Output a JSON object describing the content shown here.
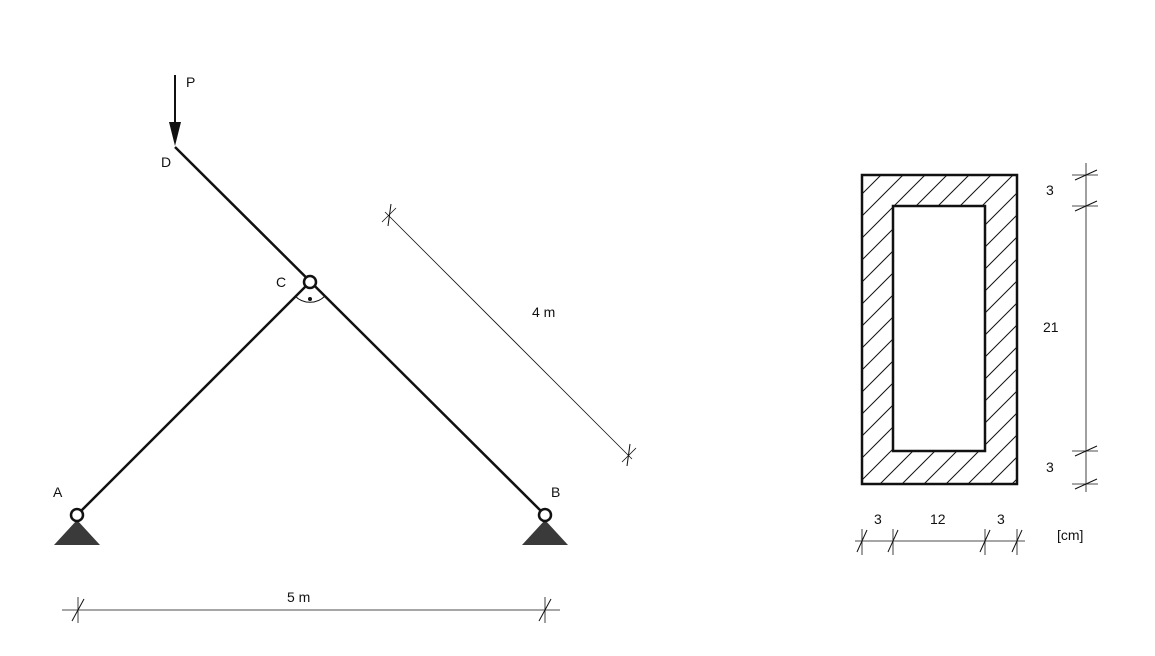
{
  "structure": {
    "nodes": {
      "a": "A",
      "b": "B",
      "c": "C",
      "d": "D"
    },
    "load": "P",
    "dim_span": "5 m",
    "dim_member": "4 m"
  },
  "cross_section": {
    "dim_top": "3",
    "dim_height": "21",
    "dim_bottom": "3",
    "dim_left": "3",
    "dim_width": "12",
    "dim_right": "3",
    "unit": "[cm]"
  },
  "colors": {
    "line": "#111111",
    "support": "#3a3a3a"
  }
}
